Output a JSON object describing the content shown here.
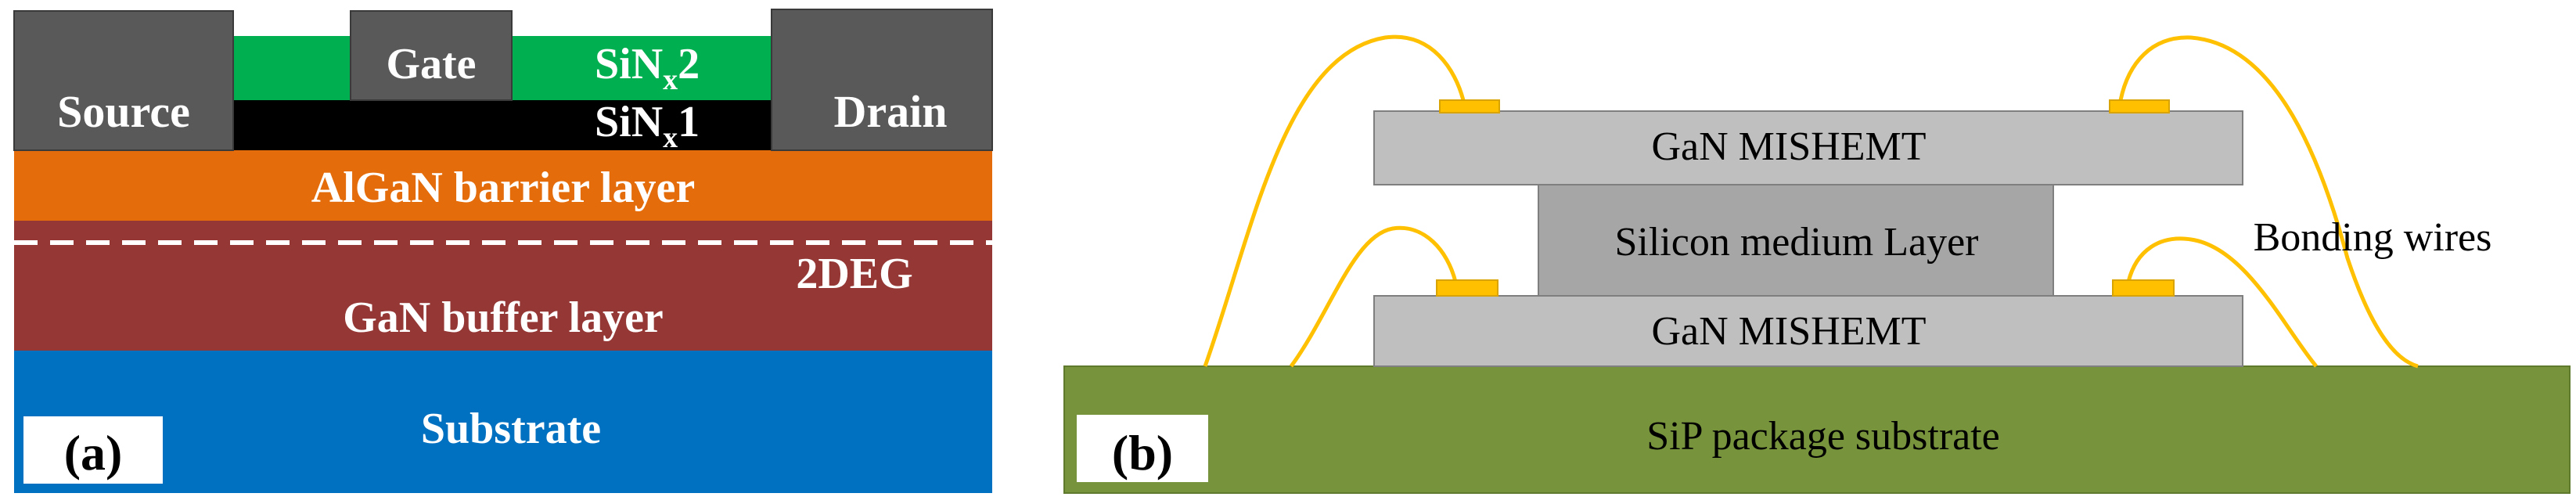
{
  "panel_a": {
    "label": "(a)",
    "source": "Source",
    "gate": "Gate",
    "drain": "Drain",
    "sinx2": {
      "base": "SiN",
      "sub": "x",
      "suffix": "2"
    },
    "sinx1": {
      "base": "SiN",
      "sub": "x",
      "suffix": "1"
    },
    "barrier": "AlGaN barrier layer",
    "twodeg": "2DEG",
    "buffer": "GaN buffer layer",
    "substrate": "Substrate"
  },
  "panel_b": {
    "label": "(b)",
    "top_device": "GaN MISHEMT",
    "medium": "Silicon medium Layer",
    "bottom_device": "GaN MISHEMT",
    "wires": "Bonding wires",
    "package": "SiP package substrate"
  },
  "colors": {
    "metal": "#595959",
    "sinx2": "#00b050",
    "sinx1": "#000000",
    "barrier": "#e46c0a",
    "buffer": "#953735",
    "substrate": "#0070c0",
    "device": "#bfbfbf",
    "medium": "#a6a6a6",
    "pad": "#ffc000",
    "wire": "#ffc000",
    "package": "#77933c"
  }
}
